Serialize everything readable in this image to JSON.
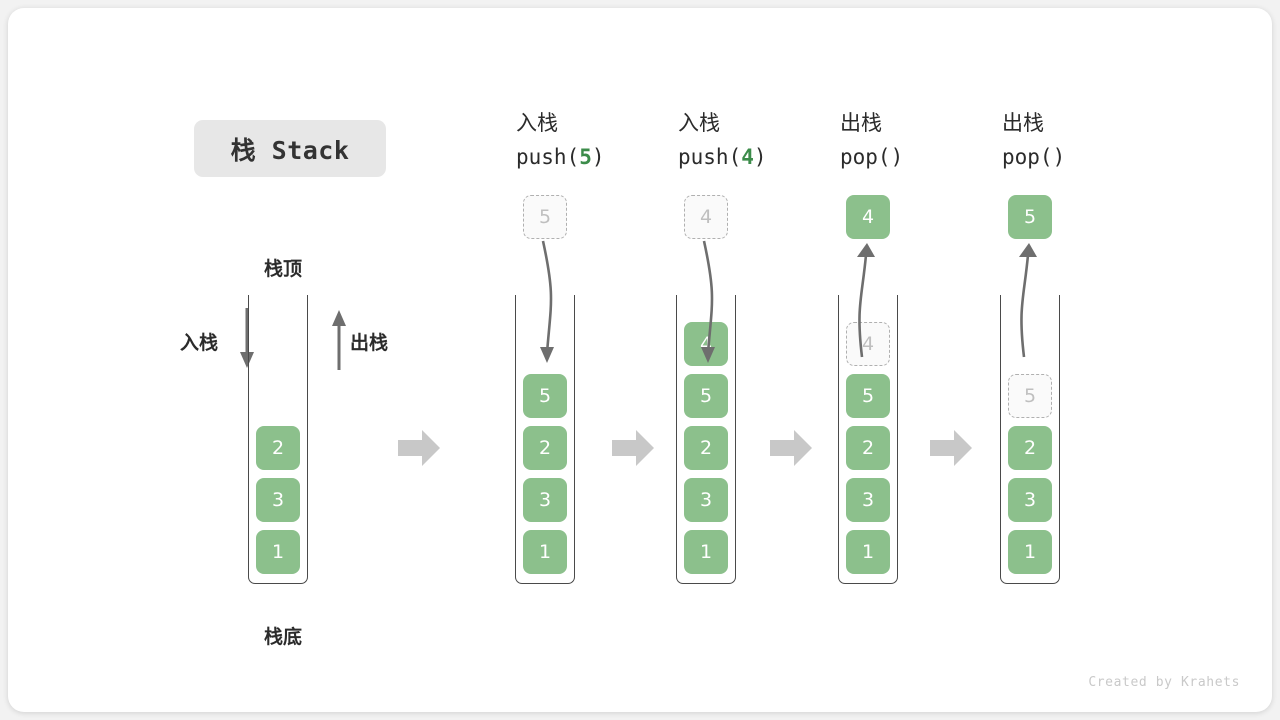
{
  "title": {
    "text": "栈 Stack"
  },
  "labels": {
    "top": "栈顶",
    "bottom": "栈底",
    "push": "入栈",
    "pop": "出栈"
  },
  "footer": {
    "credit": "Created by Krahets"
  },
  "colors": {
    "cell_fill": "#8cc08c",
    "cell_text": "#ffffff",
    "ghost_fill": "#fafafa",
    "ghost_border": "#b0b0b0",
    "ghost_text": "#bfbfbf",
    "container_border": "#4a4a4a",
    "step_arrow": "#c8c8c8",
    "flow_arrow": "#6e6e6e",
    "accent_green": "#3c8c4a",
    "title_chip_bg": "#e7e7e7",
    "card_bg": "#ffffff",
    "page_bg": "#f2f2f2"
  },
  "stages": [
    {
      "id": "initial",
      "op_title": "",
      "op_code": "",
      "code_prefix": "",
      "code_arg": "",
      "code_suffix": "",
      "cells": [
        {
          "value": "2",
          "state": "solid"
        },
        {
          "value": "3",
          "state": "solid"
        },
        {
          "value": "1",
          "state": "solid"
        }
      ],
      "floating": null
    },
    {
      "id": "push-5",
      "op_title": "入栈",
      "op_code": "push(5)",
      "code_prefix": "push(",
      "code_arg": "5",
      "code_suffix": ")",
      "cells": [
        {
          "value": "5",
          "state": "solid"
        },
        {
          "value": "2",
          "state": "solid"
        },
        {
          "value": "3",
          "state": "solid"
        },
        {
          "value": "1",
          "state": "solid"
        }
      ],
      "floating": {
        "value": "5",
        "state": "ghost",
        "direction": "in"
      }
    },
    {
      "id": "push-4",
      "op_title": "入栈",
      "op_code": "push(4)",
      "code_prefix": "push(",
      "code_arg": "4",
      "code_suffix": ")",
      "cells": [
        {
          "value": "4",
          "state": "solid"
        },
        {
          "value": "5",
          "state": "solid"
        },
        {
          "value": "2",
          "state": "solid"
        },
        {
          "value": "3",
          "state": "solid"
        },
        {
          "value": "1",
          "state": "solid"
        }
      ],
      "floating": {
        "value": "4",
        "state": "ghost",
        "direction": "in"
      }
    },
    {
      "id": "pop-1",
      "op_title": "出栈",
      "op_code": "pop()",
      "code_prefix": "pop()",
      "code_arg": "",
      "code_suffix": "",
      "cells": [
        {
          "value": "4",
          "state": "ghost"
        },
        {
          "value": "5",
          "state": "solid"
        },
        {
          "value": "2",
          "state": "solid"
        },
        {
          "value": "3",
          "state": "solid"
        },
        {
          "value": "1",
          "state": "solid"
        }
      ],
      "floating": {
        "value": "4",
        "state": "solid",
        "direction": "out"
      }
    },
    {
      "id": "pop-2",
      "op_title": "出栈",
      "op_code": "pop()",
      "code_prefix": "pop()",
      "code_arg": "",
      "code_suffix": "",
      "cells": [
        {
          "value": "5",
          "state": "ghost"
        },
        {
          "value": "2",
          "state": "solid"
        },
        {
          "value": "3",
          "state": "solid"
        },
        {
          "value": "1",
          "state": "solid"
        }
      ],
      "floating": {
        "value": "5",
        "state": "solid",
        "direction": "out"
      }
    }
  ]
}
